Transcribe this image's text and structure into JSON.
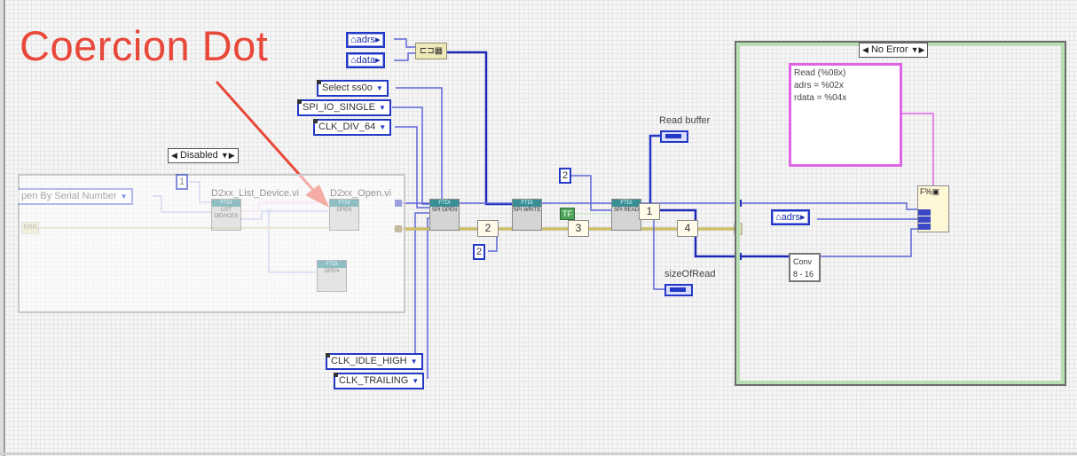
{
  "annotation": {
    "text": "Coercion Dot",
    "color": "#e8483a"
  },
  "colors": {
    "wire_cluster_blue": "#2338c4",
    "error_wire": "#b5a23a",
    "string_wire": "#e065e6",
    "case_frame_green": "#b8dfb4"
  },
  "bundle": {
    "inputs": [
      {
        "label": "adrs"
      },
      {
        "label": "data"
      }
    ],
    "node_icon": "bundle-icon"
  },
  "enums_top": [
    {
      "label": "Select ss0o"
    },
    {
      "label": "SPI_IO_SINGLE"
    },
    {
      "label": "CLK_DIV_64"
    }
  ],
  "enums_bottom": [
    {
      "label": "CLK_IDLE_HIGH"
    },
    {
      "label": "CLK_TRAILING"
    }
  ],
  "disabled_structure": {
    "selector": "Disabled",
    "open_mode_enum": "pen By Serial Number",
    "index_const": "1",
    "subvi_labels": [
      "D2xx_List_Device.vi",
      "D2xx_Open.vi"
    ],
    "subvis": [
      {
        "header": "FTDI",
        "body": "LIST DEVICES"
      },
      {
        "header": "FTDI",
        "body": "OPEN"
      },
      {
        "header": "FTDI",
        "body": "OPEN"
      }
    ],
    "err_const": "ERR"
  },
  "sequence": {
    "subvis": [
      {
        "header": "FTDI",
        "body": "SPI OPEN"
      },
      {
        "header": "FTDI",
        "body": "SPI WRITE"
      },
      {
        "header": "FTDI",
        "body": "SPI READ"
      }
    ],
    "frame_numbers": [
      "2",
      "3",
      "1",
      "4"
    ],
    "numeric_consts": [
      "2",
      "2"
    ],
    "bool_const": "TF"
  },
  "indicators": [
    {
      "label": "Read buffer",
      "type": "U8 array"
    },
    {
      "label": "sizeOfRead",
      "type": "U32"
    }
  ],
  "no_error_case": {
    "selector": "No Error",
    "format_string_lines": [
      "Read (%08x)",
      "adrs = %02x",
      "rdata = %04x"
    ],
    "local_var": "adrs",
    "conv_node_lines": [
      "Conv",
      "8 - 16"
    ],
    "format_node": "Format Into String"
  }
}
